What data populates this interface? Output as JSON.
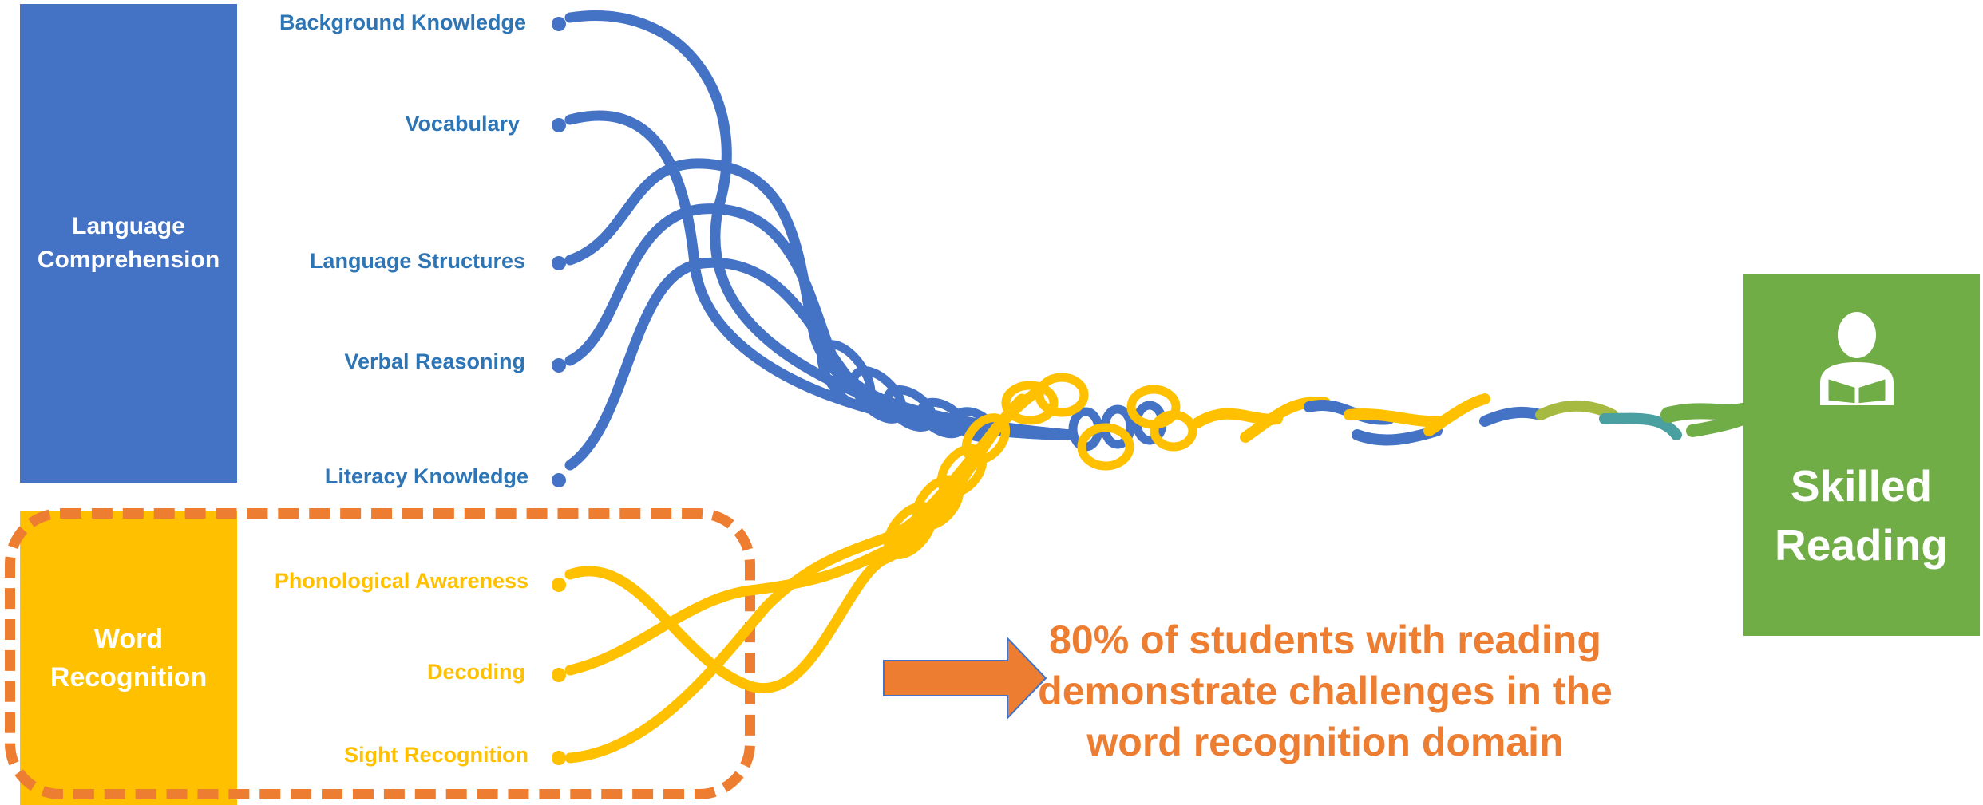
{
  "blocks": {
    "language_comprehension": [
      "Language",
      "Comprehension"
    ],
    "word_recognition": [
      "Word",
      "Recognition"
    ],
    "skilled_reading": [
      "Skilled",
      "Reading"
    ]
  },
  "language_strands": [
    "Background Knowledge",
    "Vocabulary",
    "Language Structures",
    "Verbal Reasoning",
    "Literacy Knowledge"
  ],
  "word_strands": [
    "Phonological Awareness",
    "Decoding",
    "Sight Recognition"
  ],
  "callout": [
    "80% of students with reading",
    "demonstrate challenges in the",
    "word recognition domain"
  ],
  "colors": {
    "language": "#4472c4",
    "language_text": "#2e75b6",
    "word": "#ffc000",
    "skilled": "#70ad47",
    "accent": "#ed7d31"
  },
  "icons": {
    "reader": "person-reading-book-icon",
    "arrow": "arrow-right-icon"
  }
}
